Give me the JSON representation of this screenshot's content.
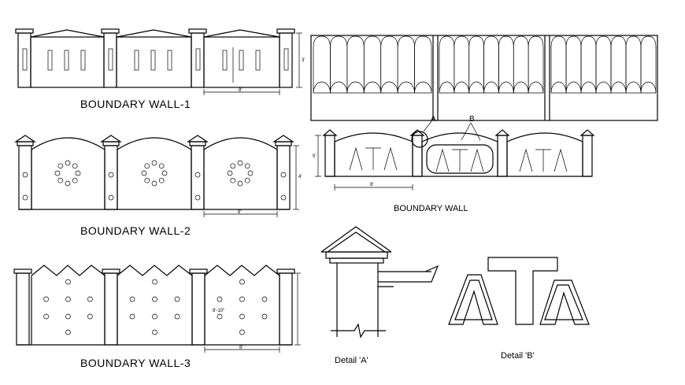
{
  "titles": {
    "wall1": "BOUNDARY WALL-1",
    "wall2": "BOUNDARY WALL-2",
    "wall3": "BOUNDARY WALL-3",
    "wall4": "BOUNDARY WALL",
    "detailA": "Detail 'A'",
    "detailB": "Detail 'B'"
  },
  "markers": {
    "a": "A",
    "b": "B"
  },
  "dimensions": {
    "wall1_height": "3'",
    "wall1_span": "8'",
    "wall2_span": "8'",
    "wall2_height": "4'",
    "wall3_height": "8'-10\"",
    "wall3_span": "8'",
    "wall4_span": "8'",
    "wall4_height": "5'"
  }
}
